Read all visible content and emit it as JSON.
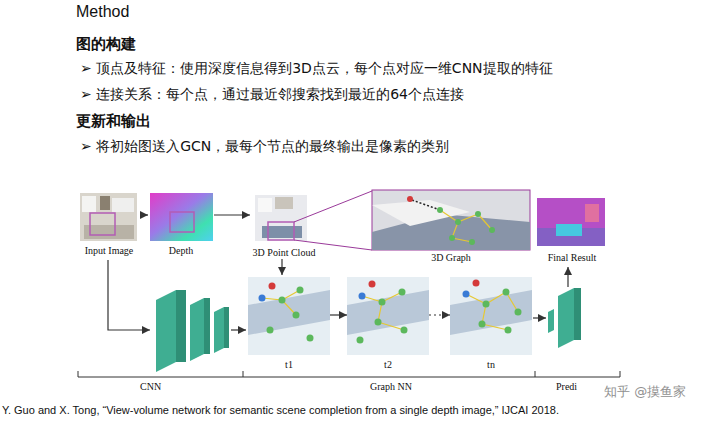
{
  "diagram": {
    "title": "Method",
    "caption": "Y. Guo and X. Tong, “View-volume network for semantic scene completion from a single depth image,” IJCAI 2018.",
    "nodes": [
      {
        "text": [
          "Input Image"
        ]
      },
      {
        "text": [
          "Depth"
        ]
      },
      {
        "text": [
          "3D Point Cloud"
        ]
      },
      {
        "text": [
          "3D Graph"
        ]
      },
      {
        "text": [
          "Final Result"
        ]
      },
      {
        "text": [
          "t1"
        ]
      },
      {
        "text": [
          "t2"
        ]
      },
      {
        "text": [
          "tn"
        ]
      }
    ],
    "edges": [
      {
        "from": 0,
        "to": 1,
        "arrow": "to"
      },
      {
        "from": 1,
        "to": 2,
        "arrow": "to"
      },
      {
        "from": 2,
        "to": 5,
        "arrow": "to"
      },
      {
        "from": 5,
        "to": 6,
        "arrow": "to"
      },
      {
        "from": 6,
        "to": 7,
        "arrow": "to"
      }
    ],
    "labels": [
      "图的构建",
      "➢ 顶点及特征：使用深度信息得到3D点云，每个点对应一维CNN提取的特征",
      "➢ 连接关系：每个点，通过最近邻搜索找到最近的64个点连接",
      "更新和输出",
      "➢ 将初始图送入GCN，最每个节点的最终输出是像素的类别",
      "CNN",
      "Graph NN",
      "Predi",
      "知乎 @摸鱼家"
    ]
  }
}
